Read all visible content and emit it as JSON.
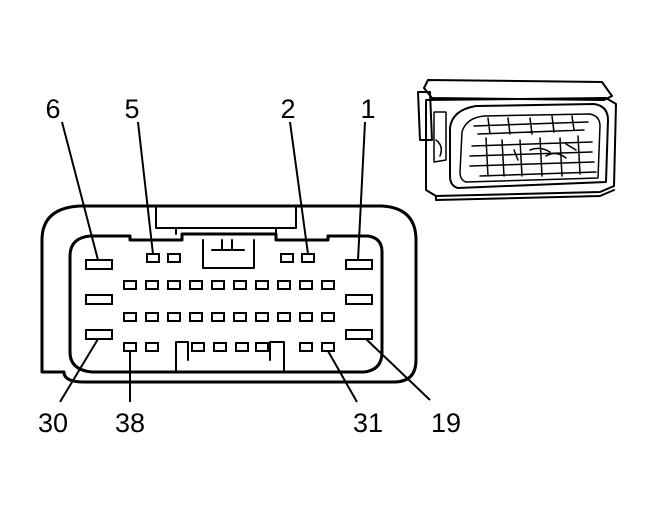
{
  "diagram": {
    "pin_labels": {
      "pin_6": "6",
      "pin_5": "5",
      "pin_2": "2",
      "pin_1": "1",
      "pin_30": "30",
      "pin_38": "38",
      "pin_31": "31",
      "pin_19": "19"
    },
    "colors": {
      "line": "#000000",
      "background": "#ffffff"
    }
  }
}
